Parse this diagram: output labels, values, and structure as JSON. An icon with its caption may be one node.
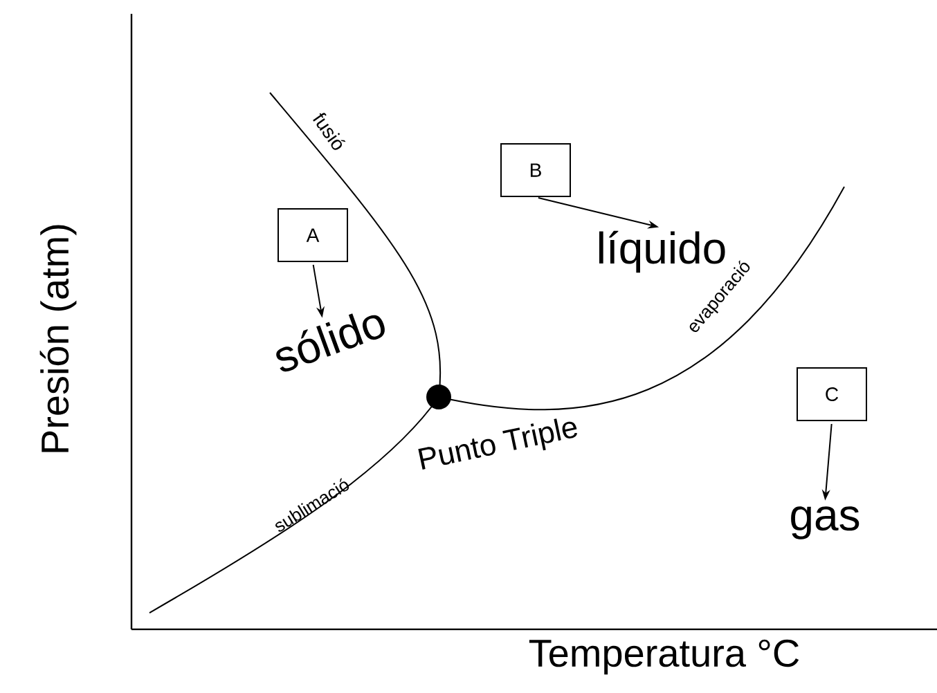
{
  "diagram": {
    "nodes": [
      {
        "text": [
          "A"
        ]
      },
      {
        "text": [
          "sólido"
        ]
      },
      {
        "text": [
          "B"
        ]
      },
      {
        "text": [
          "líquido"
        ]
      },
      {
        "text": [
          "C"
        ]
      },
      {
        "text": [
          "gas"
        ]
      }
    ],
    "edges": [
      {
        "from": 0,
        "to": 1,
        "arrow": "to"
      },
      {
        "from": 2,
        "to": 3,
        "arrow": "to"
      },
      {
        "from": 4,
        "to": 5,
        "arrow": "to"
      }
    ],
    "labels": [
      "fusió",
      "evaporació",
      "sublimació",
      "Punto Triple",
      "Presión (atm)",
      "Temperatura °C"
    ]
  }
}
